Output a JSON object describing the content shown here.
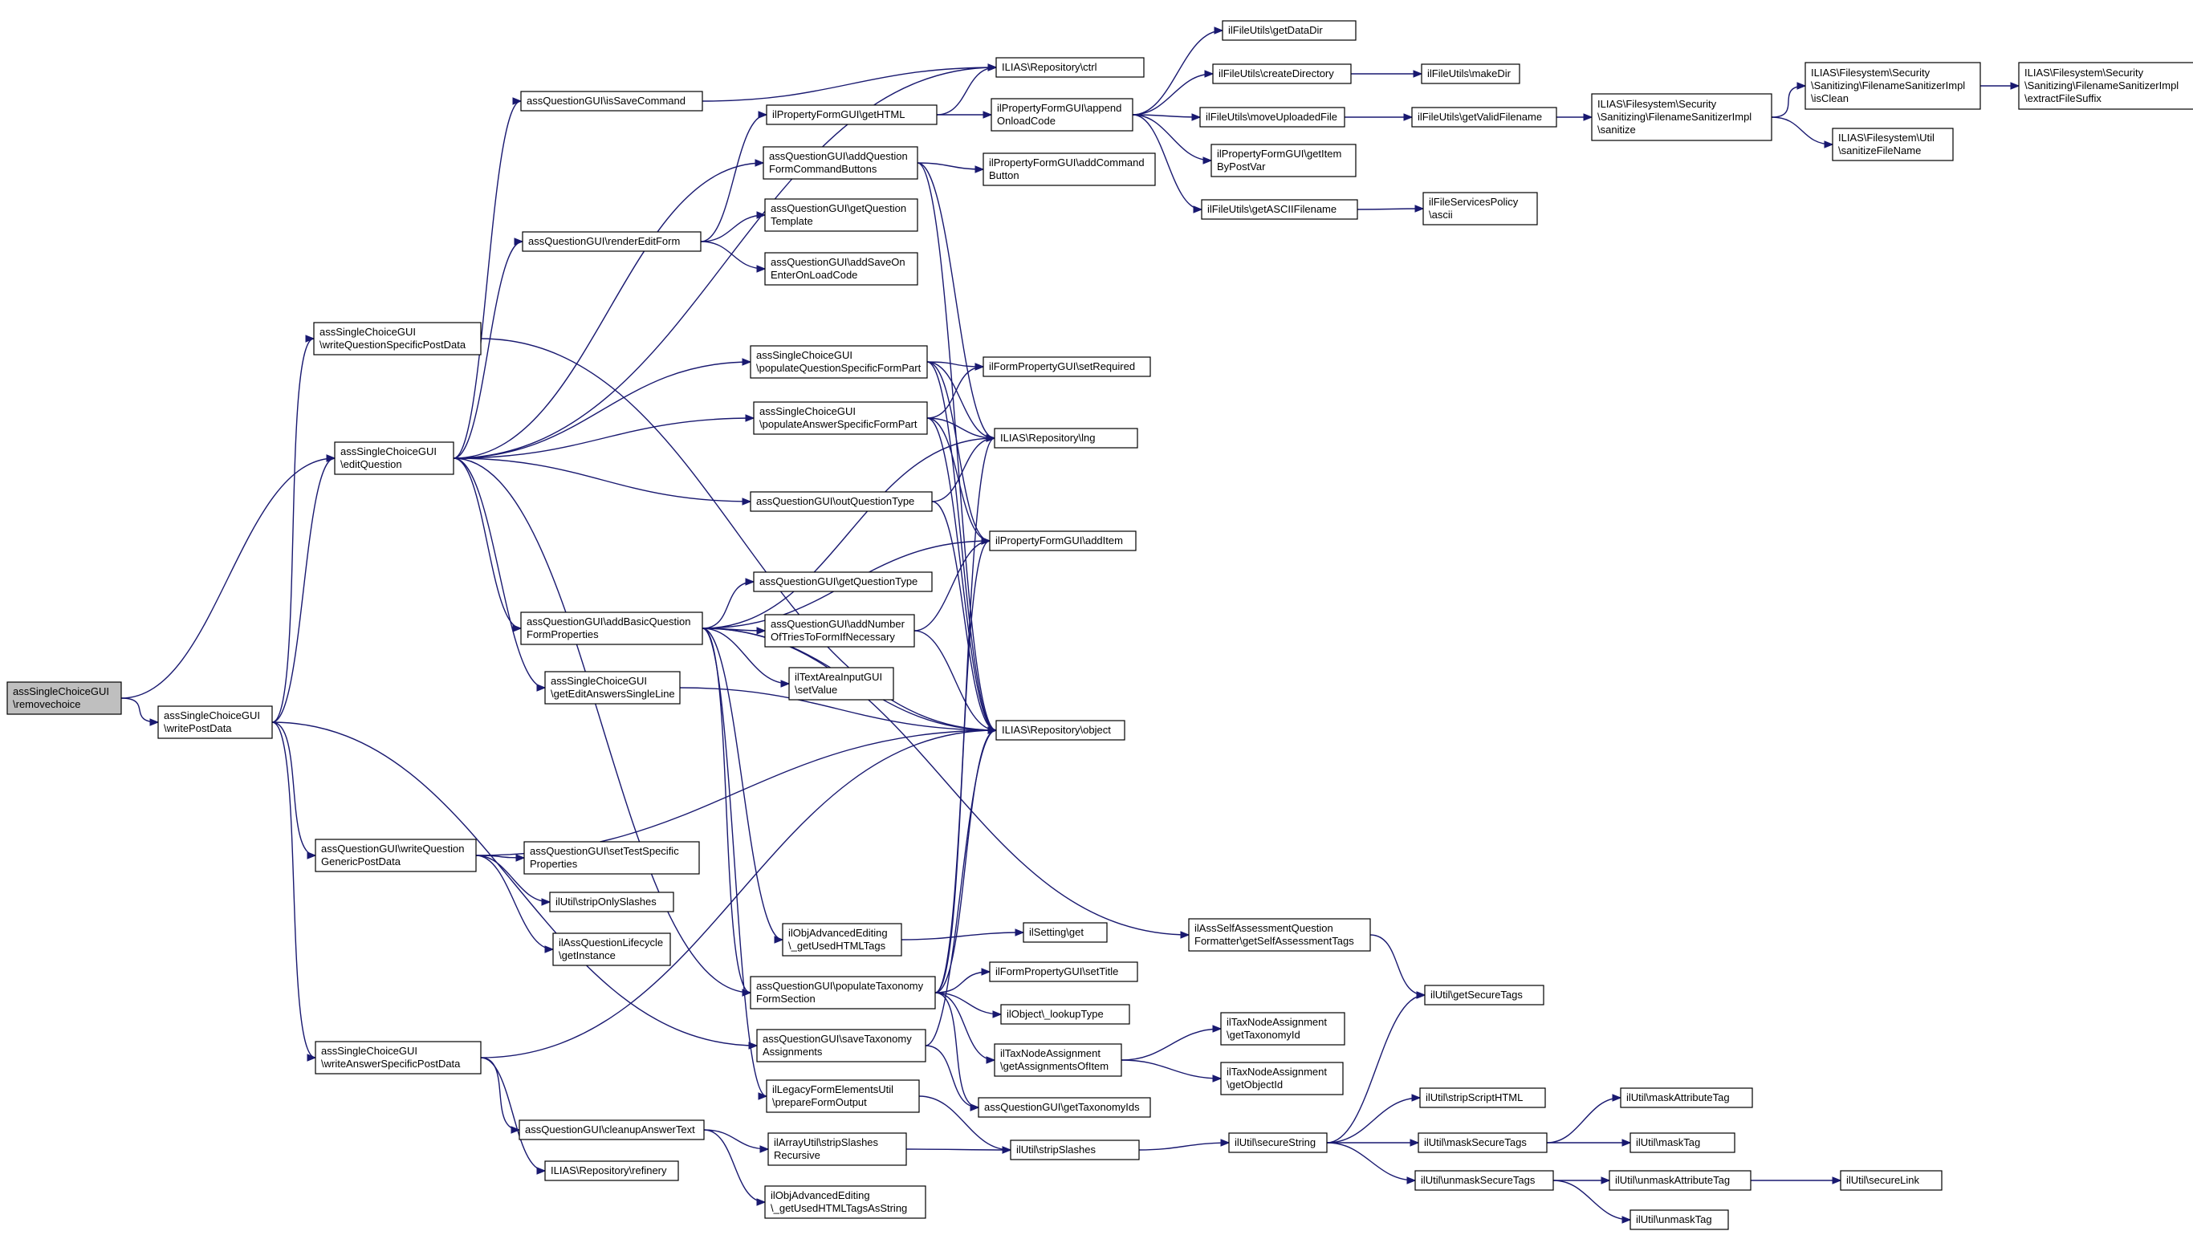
{
  "graph": {
    "nodes": [
      {
        "id": "n_removechoice",
        "lines": [
          "assSingleChoiceGUI",
          "\\removechoice"
        ],
        "root": true
      },
      {
        "id": "n_writepostdata",
        "lines": [
          "assSingleChoiceGUI",
          "\\writePostData"
        ]
      },
      {
        "id": "n_writeqspec",
        "lines": [
          "assSingleChoiceGUI",
          "\\writeQuestionSpecificPostData"
        ]
      },
      {
        "id": "n_editquestion",
        "lines": [
          "assSingleChoiceGUI",
          "\\editQuestion"
        ]
      },
      {
        "id": "n_writeqgeneric",
        "lines": [
          "assQuestionGUI\\writeQuestion",
          "GenericPostData"
        ]
      },
      {
        "id": "n_writeansspec",
        "lines": [
          "assSingleChoiceGUI",
          "\\writeAnswerSpecificPostData"
        ]
      },
      {
        "id": "n_issavecommand",
        "lines": [
          "assQuestionGUI\\isSaveCommand"
        ]
      },
      {
        "id": "n_rendereditform",
        "lines": [
          "assQuestionGUI\\renderEditForm"
        ]
      },
      {
        "id": "n_addbasic",
        "lines": [
          "assQuestionGUI\\addBasicQuestion",
          "FormProperties"
        ]
      },
      {
        "id": "n_geteditanswers",
        "lines": [
          "assSingleChoiceGUI",
          "\\getEditAnswersSingleLine"
        ]
      },
      {
        "id": "n_settestspecific",
        "lines": [
          "assQuestionGUI\\setTestSpecific",
          "Properties"
        ]
      },
      {
        "id": "n_striponlyslashes",
        "lines": [
          "ilUtil\\stripOnlySlashes"
        ]
      },
      {
        "id": "n_lifecycle",
        "lines": [
          "ilAssQuestionLifecycle",
          "\\getInstance"
        ]
      },
      {
        "id": "n_cleanupanswer",
        "lines": [
          "assQuestionGUI\\cleanupAnswerText"
        ]
      },
      {
        "id": "n_refinery",
        "lines": [
          "ILIAS\\Repository\\refinery"
        ]
      },
      {
        "id": "n_gethtml",
        "lines": [
          "ilPropertyFormGUI\\getHTML"
        ]
      },
      {
        "id": "n_addcmdbuttons",
        "lines": [
          "assQuestionGUI\\addQuestion",
          "FormCommandButtons"
        ]
      },
      {
        "id": "n_getqtemplate",
        "lines": [
          "assQuestionGUI\\getQuestion",
          "Template"
        ]
      },
      {
        "id": "n_addsaveonenter",
        "lines": [
          "assQuestionGUI\\addSaveOn",
          "EnterOnLoadCode"
        ]
      },
      {
        "id": "n_popqspec",
        "lines": [
          "assSingleChoiceGUI",
          "\\populateQuestionSpecificFormPart"
        ]
      },
      {
        "id": "n_popansspec",
        "lines": [
          "assSingleChoiceGUI",
          "\\populateAnswerSpecificFormPart"
        ]
      },
      {
        "id": "n_outqtype",
        "lines": [
          "assQuestionGUI\\outQuestionType"
        ]
      },
      {
        "id": "n_getqtype",
        "lines": [
          "assQuestionGUI\\getQuestionType"
        ]
      },
      {
        "id": "n_addnumtries",
        "lines": [
          "assQuestionGUI\\addNumber",
          "OfTriesToFormIfNecessary"
        ]
      },
      {
        "id": "n_textareasetvalue",
        "lines": [
          "ilTextAreaInputGUI",
          "\\setValue"
        ]
      },
      {
        "id": "n_getusedhtmltags",
        "lines": [
          "ilObjAdvancedEditing",
          "\\_getUsedHTMLTags"
        ]
      },
      {
        "id": "n_poptaxonomy",
        "lines": [
          "assQuestionGUI\\populateTaxonomy",
          "FormSection"
        ]
      },
      {
        "id": "n_savetaxonomy",
        "lines": [
          "assQuestionGUI\\saveTaxonomy",
          "Assignments"
        ]
      },
      {
        "id": "n_legacyprepare",
        "lines": [
          "ilLegacyFormElementsUtil",
          "\\prepareFormOutput"
        ]
      },
      {
        "id": "n_arraystripslashes",
        "lines": [
          "ilArrayUtil\\stripSlashes",
          "Recursive"
        ]
      },
      {
        "id": "n_getusedhtmltagsstr",
        "lines": [
          "ilObjAdvancedEditing",
          "\\_getUsedHTMLTagsAsString"
        ]
      },
      {
        "id": "n_ctrl",
        "lines": [
          "ILIAS\\Repository\\ctrl"
        ]
      },
      {
        "id": "n_appendonload",
        "lines": [
          "ilPropertyFormGUI\\append",
          "OnloadCode"
        ]
      },
      {
        "id": "n_addcmdbutton",
        "lines": [
          "ilPropertyFormGUI\\addCommand",
          "Button"
        ]
      },
      {
        "id": "n_setrequired",
        "lines": [
          "ilFormPropertyGUI\\setRequired"
        ]
      },
      {
        "id": "n_lng",
        "lines": [
          "ILIAS\\Repository\\lng"
        ]
      },
      {
        "id": "n_additem",
        "lines": [
          "ilPropertyFormGUI\\addItem"
        ]
      },
      {
        "id": "n_object",
        "lines": [
          "ILIAS\\Repository\\object"
        ]
      },
      {
        "id": "n_settingget",
        "lines": [
          "ilSetting\\get"
        ]
      },
      {
        "id": "n_settitle",
        "lines": [
          "ilFormPropertyGUI\\setTitle"
        ]
      },
      {
        "id": "n_lookuptype",
        "lines": [
          "ilObject\\_lookupType"
        ]
      },
      {
        "id": "n_getassignments",
        "lines": [
          "ilTaxNodeAssignment",
          "\\getAssignmentsOfItem"
        ]
      },
      {
        "id": "n_gettaxonomyids",
        "lines": [
          "assQuestionGUI\\getTaxonomyIds"
        ]
      },
      {
        "id": "n_stripslashes",
        "lines": [
          "ilUtil\\stripSlashes"
        ]
      },
      {
        "id": "n_getdatadir",
        "lines": [
          "ilFileUtils\\getDataDir"
        ]
      },
      {
        "id": "n_createdir",
        "lines": [
          "ilFileUtils\\createDirectory"
        ]
      },
      {
        "id": "n_moveuploaded",
        "lines": [
          "ilFileUtils\\moveUploadedFile"
        ]
      },
      {
        "id": "n_getitembypost",
        "lines": [
          "ilPropertyFormGUI\\getItem",
          "ByPostVar"
        ]
      },
      {
        "id": "n_getascii",
        "lines": [
          "ilFileUtils\\getASCIIFilename"
        ]
      },
      {
        "id": "n_selfassess",
        "lines": [
          "ilAssSelfAssessmentQuestion",
          "Formatter\\getSelfAssessmentTags"
        ]
      },
      {
        "id": "n_gettaxonomyid",
        "lines": [
          "ilTaxNodeAssignment",
          "\\getTaxonomyId"
        ]
      },
      {
        "id": "n_getobjectid",
        "lines": [
          "ilTaxNodeAssignment",
          "\\getObjectId"
        ]
      },
      {
        "id": "n_securestring",
        "lines": [
          "ilUtil\\secureString"
        ]
      },
      {
        "id": "n_makedir",
        "lines": [
          "ilFileUtils\\makeDir"
        ]
      },
      {
        "id": "n_getvalidfilename",
        "lines": [
          "ilFileUtils\\getValidFilename"
        ]
      },
      {
        "id": "n_servicesascii",
        "lines": [
          "ilFileServicesPolicy",
          "\\ascii"
        ]
      },
      {
        "id": "n_getsecuretags",
        "lines": [
          "ilUtil\\getSecureTags"
        ]
      },
      {
        "id": "n_stripscript",
        "lines": [
          "ilUtil\\stripScriptHTML"
        ]
      },
      {
        "id": "n_masksecure",
        "lines": [
          "ilUtil\\maskSecureTags"
        ]
      },
      {
        "id": "n_unmasksecure",
        "lines": [
          "ilUtil\\unmaskSecureTags"
        ]
      },
      {
        "id": "n_sanitize",
        "lines": [
          "ILIAS\\Filesystem\\Security",
          "\\Sanitizing\\FilenameSanitizerImpl",
          "\\sanitize"
        ]
      },
      {
        "id": "n_maskattr",
        "lines": [
          "ilUtil\\maskAttributeTag"
        ]
      },
      {
        "id": "n_masktag",
        "lines": [
          "ilUtil\\maskTag"
        ]
      },
      {
        "id": "n_unmaskattr",
        "lines": [
          "ilUtil\\unmaskAttributeTag"
        ]
      },
      {
        "id": "n_unmasktag",
        "lines": [
          "ilUtil\\unmaskTag"
        ]
      },
      {
        "id": "n_isclean",
        "lines": [
          "ILIAS\\Filesystem\\Security",
          "\\Sanitizing\\FilenameSanitizerImpl",
          "\\isClean"
        ]
      },
      {
        "id": "n_sanitizefilename",
        "lines": [
          "ILIAS\\Filesystem\\Util",
          "\\sanitizeFileName"
        ]
      },
      {
        "id": "n_securelink",
        "lines": [
          "ilUtil\\secureLink"
        ]
      },
      {
        "id": "n_extractsuffix",
        "lines": [
          "ILIAS\\Filesystem\\Security",
          "\\Sanitizing\\FilenameSanitizerImpl",
          "\\extractFileSuffix"
        ]
      }
    ],
    "edges": [
      [
        "n_removechoice",
        "n_editquestion"
      ],
      [
        "n_removechoice",
        "n_writepostdata"
      ],
      [
        "n_writepostdata",
        "n_writeqspec"
      ],
      [
        "n_writepostdata",
        "n_editquestion"
      ],
      [
        "n_writepostdata",
        "n_writeqgeneric"
      ],
      [
        "n_writepostdata",
        "n_writeansspec"
      ],
      [
        "n_writepostdata",
        "n_savetaxonomy"
      ],
      [
        "n_writeqspec",
        "n_object"
      ],
      [
        "n_editquestion",
        "n_ctrl"
      ],
      [
        "n_editquestion",
        "n_issavecommand"
      ],
      [
        "n_editquestion",
        "n_rendereditform"
      ],
      [
        "n_editquestion",
        "n_addcmdbuttons"
      ],
      [
        "n_editquestion",
        "n_popqspec"
      ],
      [
        "n_editquestion",
        "n_popansspec"
      ],
      [
        "n_editquestion",
        "n_outqtype"
      ],
      [
        "n_editquestion",
        "n_addbasic"
      ],
      [
        "n_editquestion",
        "n_geteditanswers"
      ],
      [
        "n_editquestion",
        "n_poptaxonomy"
      ],
      [
        "n_issavecommand",
        "n_ctrl"
      ],
      [
        "n_rendereditform",
        "n_gethtml"
      ],
      [
        "n_rendereditform",
        "n_getqtemplate"
      ],
      [
        "n_rendereditform",
        "n_addsaveonenter"
      ],
      [
        "n_gethtml",
        "n_ctrl"
      ],
      [
        "n_gethtml",
        "n_appendonload"
      ],
      [
        "n_appendonload",
        "n_getdatadir"
      ],
      [
        "n_appendonload",
        "n_createdir"
      ],
      [
        "n_appendonload",
        "n_moveuploaded"
      ],
      [
        "n_appendonload",
        "n_getitembypost"
      ],
      [
        "n_appendonload",
        "n_getascii"
      ],
      [
        "n_createdir",
        "n_makedir"
      ],
      [
        "n_moveuploaded",
        "n_getvalidfilename"
      ],
      [
        "n_getvalidfilename",
        "n_sanitize"
      ],
      [
        "n_sanitize",
        "n_isclean"
      ],
      [
        "n_sanitize",
        "n_sanitizefilename"
      ],
      [
        "n_isclean",
        "n_extractsuffix"
      ],
      [
        "n_getascii",
        "n_servicesascii"
      ],
      [
        "n_addcmdbuttons",
        "n_addcmdbutton"
      ],
      [
        "n_addcmdbuttons",
        "n_lng"
      ],
      [
        "n_addcmdbuttons",
        "n_object"
      ],
      [
        "n_popqspec",
        "n_setrequired"
      ],
      [
        "n_popqspec",
        "n_lng"
      ],
      [
        "n_popqspec",
        "n_additem"
      ],
      [
        "n_popqspec",
        "n_object"
      ],
      [
        "n_popansspec",
        "n_setrequired"
      ],
      [
        "n_popansspec",
        "n_lng"
      ],
      [
        "n_popansspec",
        "n_additem"
      ],
      [
        "n_popansspec",
        "n_object"
      ],
      [
        "n_outqtype",
        "n_lng"
      ],
      [
        "n_outqtype",
        "n_object"
      ],
      [
        "n_addbasic",
        "n_lng"
      ],
      [
        "n_addbasic",
        "n_additem"
      ],
      [
        "n_addbasic",
        "n_getqtype"
      ],
      [
        "n_addbasic",
        "n_addnumtries"
      ],
      [
        "n_addbasic",
        "n_textareasetvalue"
      ],
      [
        "n_addbasic",
        "n_object"
      ],
      [
        "n_addbasic",
        "n_getusedhtmltags"
      ],
      [
        "n_addbasic",
        "n_selfassess"
      ],
      [
        "n_addbasic",
        "n_poptaxonomy"
      ],
      [
        "n_addbasic",
        "n_legacyprepare"
      ],
      [
        "n_addnumtries",
        "n_additem"
      ],
      [
        "n_addnumtries",
        "n_object"
      ],
      [
        "n_geteditanswers",
        "n_object"
      ],
      [
        "n_writeqgeneric",
        "n_settestspecific"
      ],
      [
        "n_writeqgeneric",
        "n_striponlyslashes"
      ],
      [
        "n_writeqgeneric",
        "n_lifecycle"
      ],
      [
        "n_writeqgeneric",
        "n_object"
      ],
      [
        "n_writeansspec",
        "n_object"
      ],
      [
        "n_writeansspec",
        "n_cleanupanswer"
      ],
      [
        "n_writeansspec",
        "n_refinery"
      ],
      [
        "n_cleanupanswer",
        "n_arraystripslashes"
      ],
      [
        "n_cleanupanswer",
        "n_getusedhtmltagsstr"
      ],
      [
        "n_arraystripslashes",
        "n_stripslashes"
      ],
      [
        "n_legacyprepare",
        "n_stripslashes"
      ],
      [
        "n_stripslashes",
        "n_securestring"
      ],
      [
        "n_securestring",
        "n_getsecuretags"
      ],
      [
        "n_securestring",
        "n_stripscript"
      ],
      [
        "n_securestring",
        "n_masksecure"
      ],
      [
        "n_securestring",
        "n_unmasksecure"
      ],
      [
        "n_selfassess",
        "n_getsecuretags"
      ],
      [
        "n_masksecure",
        "n_maskattr"
      ],
      [
        "n_masksecure",
        "n_masktag"
      ],
      [
        "n_unmasksecure",
        "n_unmaskattr"
      ],
      [
        "n_unmasksecure",
        "n_unmasktag"
      ],
      [
        "n_unmaskattr",
        "n_securelink"
      ],
      [
        "n_getusedhtmltags",
        "n_settingget"
      ],
      [
        "n_poptaxonomy",
        "n_settitle"
      ],
      [
        "n_poptaxonomy",
        "n_lookuptype"
      ],
      [
        "n_poptaxonomy",
        "n_getassignments"
      ],
      [
        "n_poptaxonomy",
        "n_gettaxonomyids"
      ],
      [
        "n_poptaxonomy",
        "n_lng"
      ],
      [
        "n_poptaxonomy",
        "n_additem"
      ],
      [
        "n_poptaxonomy",
        "n_object"
      ],
      [
        "n_getassignments",
        "n_gettaxonomyid"
      ],
      [
        "n_getassignments",
        "n_getobjectid"
      ],
      [
        "n_savetaxonomy",
        "n_object"
      ],
      [
        "n_savetaxonomy",
        "n_gettaxonomyids"
      ]
    ]
  }
}
